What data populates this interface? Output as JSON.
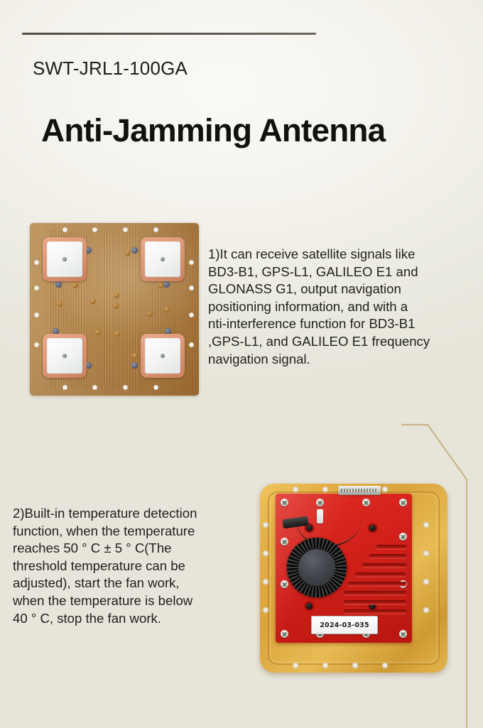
{
  "header": {
    "model_code": "SWT-JRL1-100GA",
    "title": "Anti-Jamming Antenna",
    "rule_color": "#574f47"
  },
  "features": [
    {
      "id": "feature-1",
      "text": "1)It can receive satellite signals like\nBD3-B1, GPS-L1, GALILEO E1 and\nGLONASS G1, output navigation\npositioning information, and with a\nnti-interference function for BD3-B1\n,GPS-L1, and GALILEO E1 frequency\nnavigation signal."
    },
    {
      "id": "feature-2",
      "text": "2)Built-in temperature detection\n function, when the temperature\n reaches 50 ° C ± 5 ° C(The\nthreshold temperature can be\nadjusted), start the fan work,\nwhen the temperature is below\n40 ° C, stop the fan work."
    }
  ],
  "photos": {
    "antenna_board": {
      "caption": "four-element patch antenna array circuit board",
      "board_color": "#a6743a",
      "patch_color": "#dd9878",
      "ceramic_color": "#f3f5f4",
      "patch_count": 4
    },
    "enclosure": {
      "caption": "anti-jamming unit rear with cooling fan and heatsink",
      "frame_color": "#e2ae45",
      "plate_color": "#cf1f19",
      "label_text": "2024-03-035",
      "fan_color": "#111111"
    }
  },
  "decoration": {
    "line_color": "#c9b68a"
  },
  "background": {
    "color": "#eeece4"
  }
}
